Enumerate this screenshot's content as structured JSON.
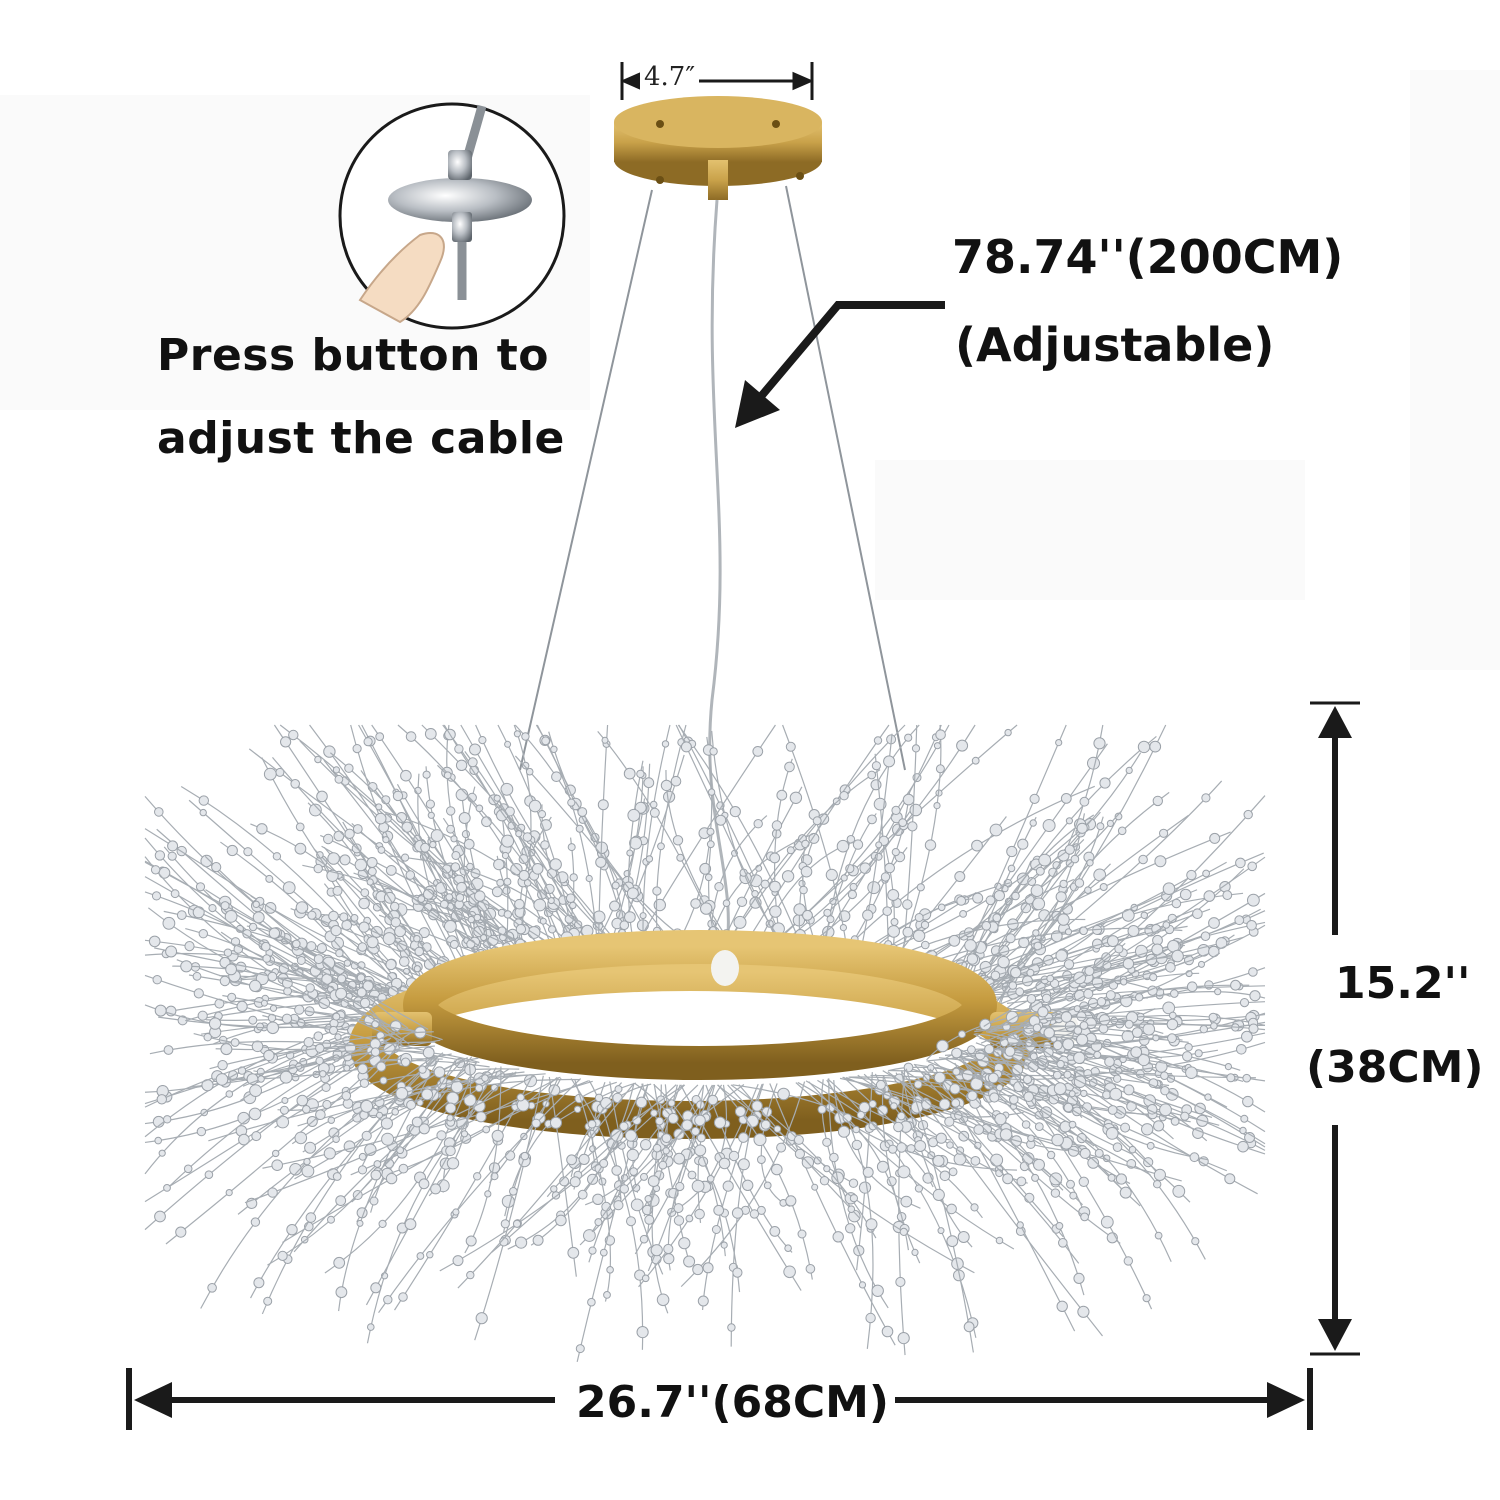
{
  "callout": {
    "line1": "Press button to",
    "line2": "adjust the cable"
  },
  "dimensions": {
    "canopy_width": "4.7″",
    "cable_length": "78.74''(200CM)",
    "cable_note": "(Adjustable)",
    "height_in": "15.2''",
    "height_cm": "(38CM)",
    "width": "26.7''(68CM)"
  },
  "colors": {
    "brass": "#c9a24a",
    "brass_dark": "#9c7a2c",
    "crystal": "#d9dde3",
    "wire": "#9aa0a6",
    "arrow": "#1a1a1a"
  }
}
